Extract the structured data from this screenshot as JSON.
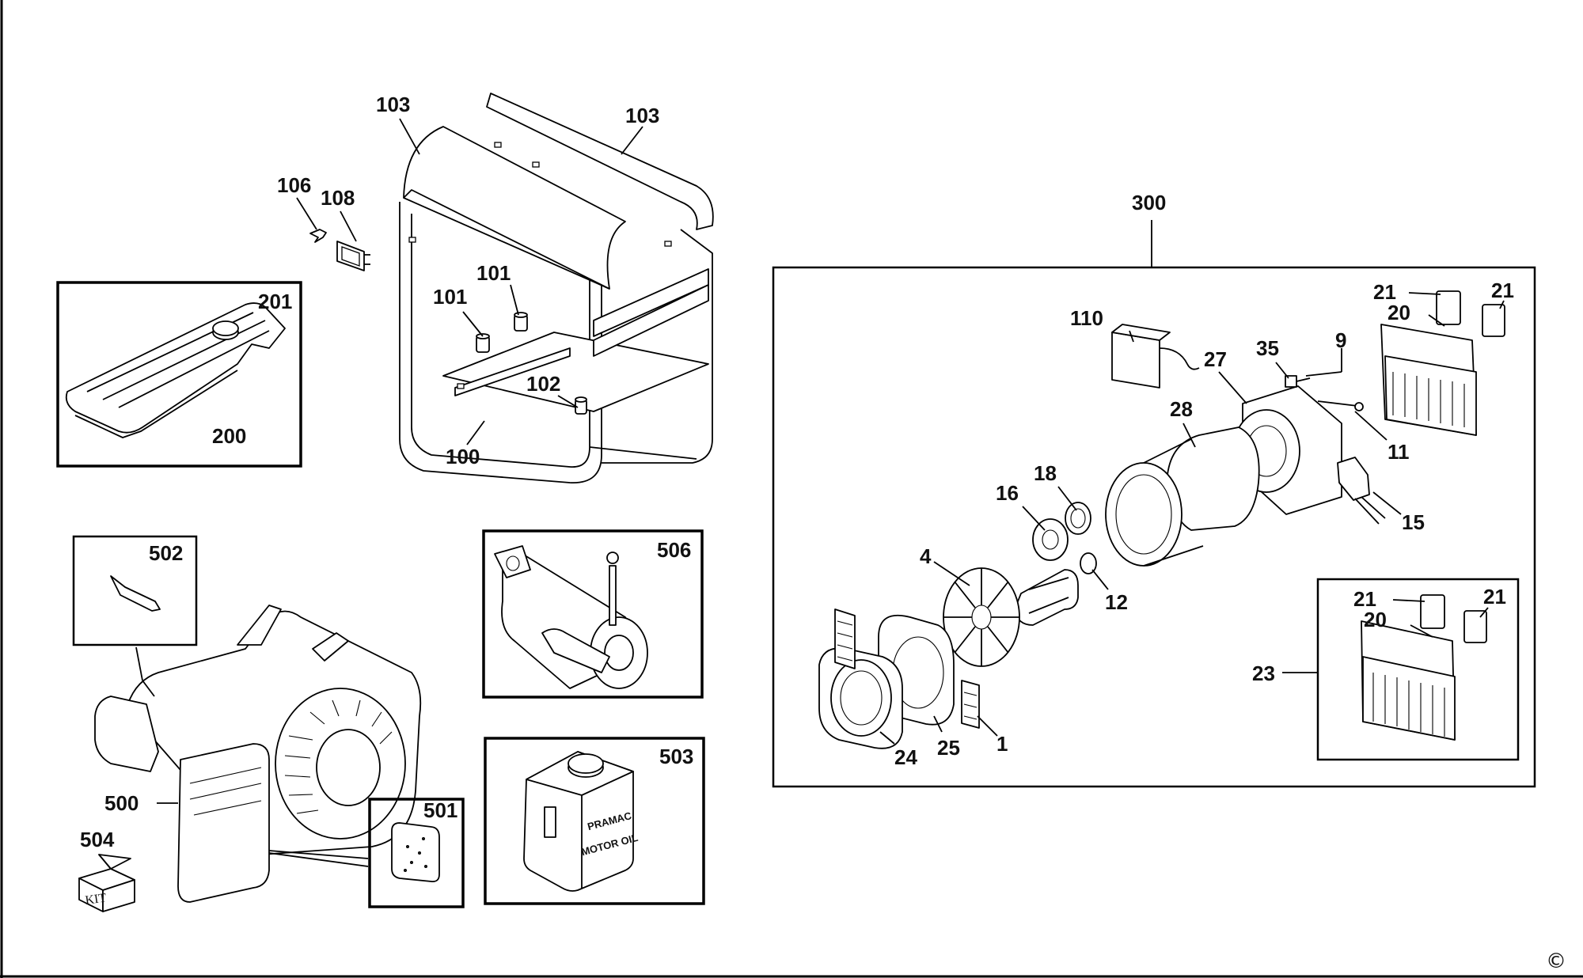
{
  "parts": {
    "p1": "1",
    "p4": "4",
    "p9": "9",
    "p11": "11",
    "p12": "12",
    "p15": "15",
    "p16": "16",
    "p18": "18",
    "p20a": "20",
    "p20b": "20",
    "p21a": "21",
    "p21b": "21",
    "p21c": "21",
    "p21d": "21",
    "p23": "23",
    "p24": "24",
    "p25": "25",
    "p27": "27",
    "p28": "28",
    "p35": "35",
    "p100": "100",
    "p101a": "101",
    "p101b": "101",
    "p102": "102",
    "p103a": "103",
    "p103b": "103",
    "p106": "106",
    "p108": "108",
    "p110": "110",
    "p200": "200",
    "p201": "201",
    "p300": "300",
    "p500": "500",
    "p501": "501",
    "p502": "502",
    "p503": "503",
    "p504": "504",
    "p506": "506"
  },
  "oil_can": {
    "line1": "PRAMAC",
    "line2": "MOTOR OIL"
  },
  "kit_box": {
    "label": "KIT"
  },
  "copyright": {
    "symbol": "©"
  }
}
